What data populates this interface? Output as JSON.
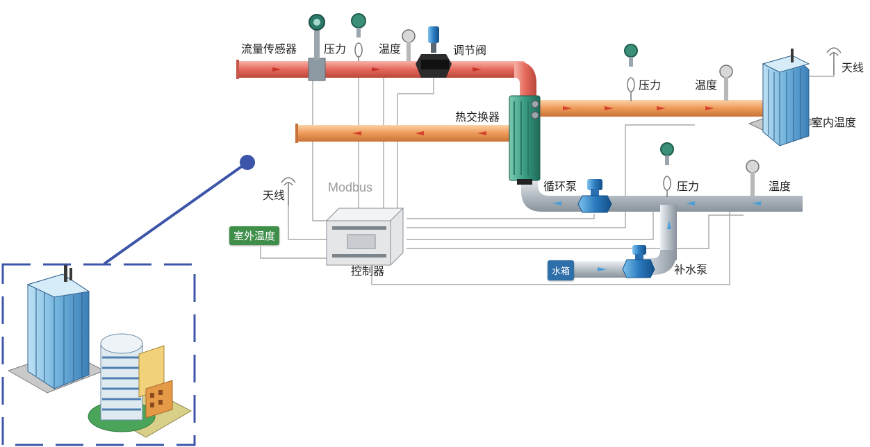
{
  "labels": {
    "flow_sensor": "流量传感器",
    "pressure_top": "压力",
    "temp_top": "温度",
    "regulating_valve": "调节阀",
    "heat_exchanger": "热交换器",
    "pressure_right": "压力",
    "temp_right": "温度",
    "antenna_right": "天线",
    "indoor_temp": "室内温度",
    "modbus": "Modbus",
    "antenna_left": "天线",
    "outdoor_temp": "室外温度",
    "controller": "控制器",
    "circulation_pump": "循环泵",
    "pressure_lower": "压力",
    "temp_lower": "温度",
    "water_tank": "水箱",
    "makeup_pump": "补水泵"
  },
  "colors": {
    "hot_pipe": "#e9746a",
    "warm_pipe": "#f0a868",
    "cold_pipe": "#b9c1c8",
    "frame_blue": "#3d55a8",
    "exchanger_green": "#3e9e86",
    "tag_green": "#3f8f4b",
    "tank_blue": "#2f6fa9"
  }
}
